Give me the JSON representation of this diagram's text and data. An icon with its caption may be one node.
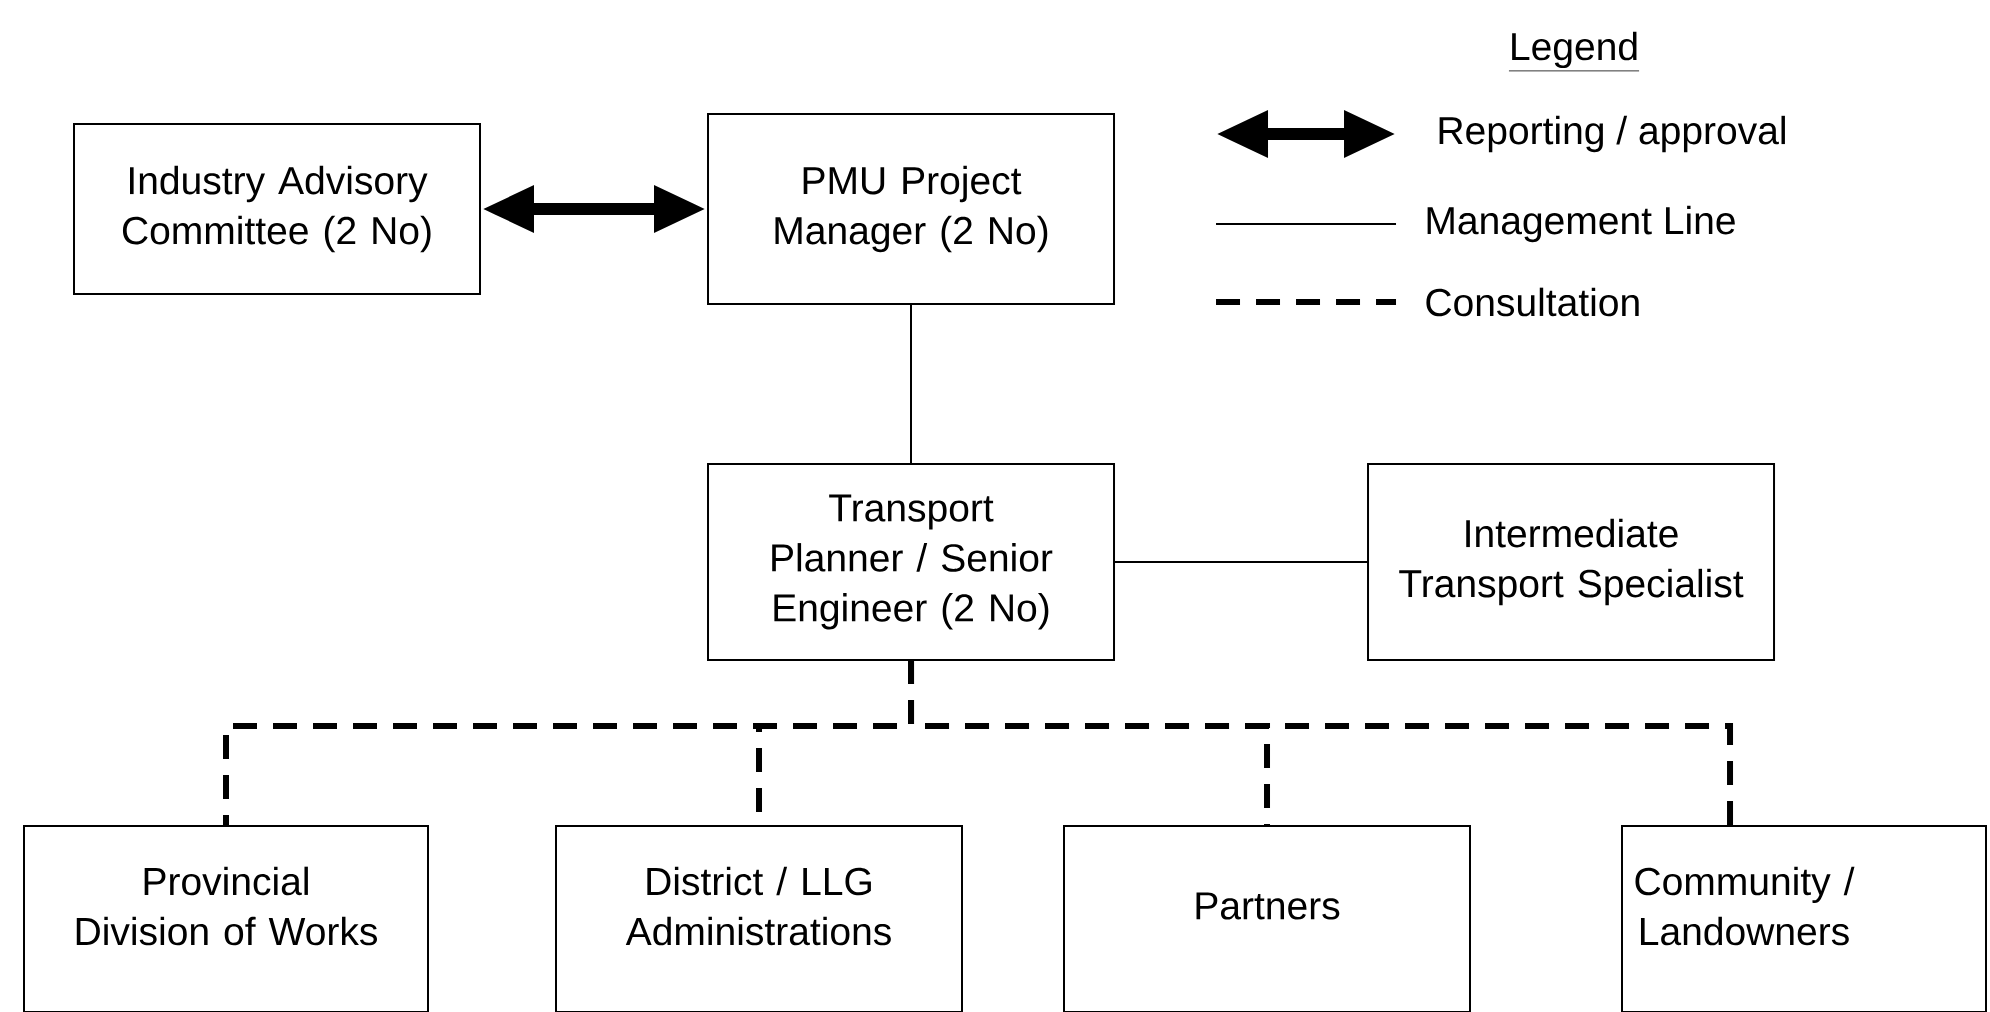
{
  "diagram": {
    "nodes": [
      {
        "text": [
          "Industry Advisory Committee (2 No)"
        ]
      },
      {
        "text": [
          "PMU Project Manager (2 No)"
        ]
      },
      {
        "text": [
          "Transport Planner / Senior Engineer (2 No)"
        ]
      },
      {
        "text": [
          "Intermediate Transport Specialist"
        ]
      },
      {
        "text": [
          "Provincial Division of Works"
        ]
      },
      {
        "text": [
          "District / LLG Administrations"
        ]
      },
      {
        "text": [
          "Partners"
        ]
      },
      {
        "text": [
          "Community / Landowners"
        ]
      }
    ],
    "edges": [
      {
        "from": 0,
        "to": 1,
        "arrow": "both",
        "style": "thick"
      },
      {
        "from": 1,
        "to": 2,
        "arrow": "none"
      },
      {
        "from": 2,
        "to": 3,
        "arrow": "none"
      },
      {
        "from": 2,
        "to": 4,
        "arrow": "none",
        "style": "dashed"
      },
      {
        "from": 2,
        "to": 5,
        "arrow": "none",
        "style": "dashed"
      },
      {
        "from": 2,
        "to": 6,
        "arrow": "none",
        "style": "dashed"
      },
      {
        "from": 2,
        "to": 7,
        "arrow": "none",
        "style": "dashed"
      }
    ],
    "labels": [
      "Legend"
    ],
    "legend": [
      {
        "text": "Reporting / approval"
      },
      {
        "text": "Management Line"
      },
      {
        "text": "Consultation"
      }
    ]
  }
}
